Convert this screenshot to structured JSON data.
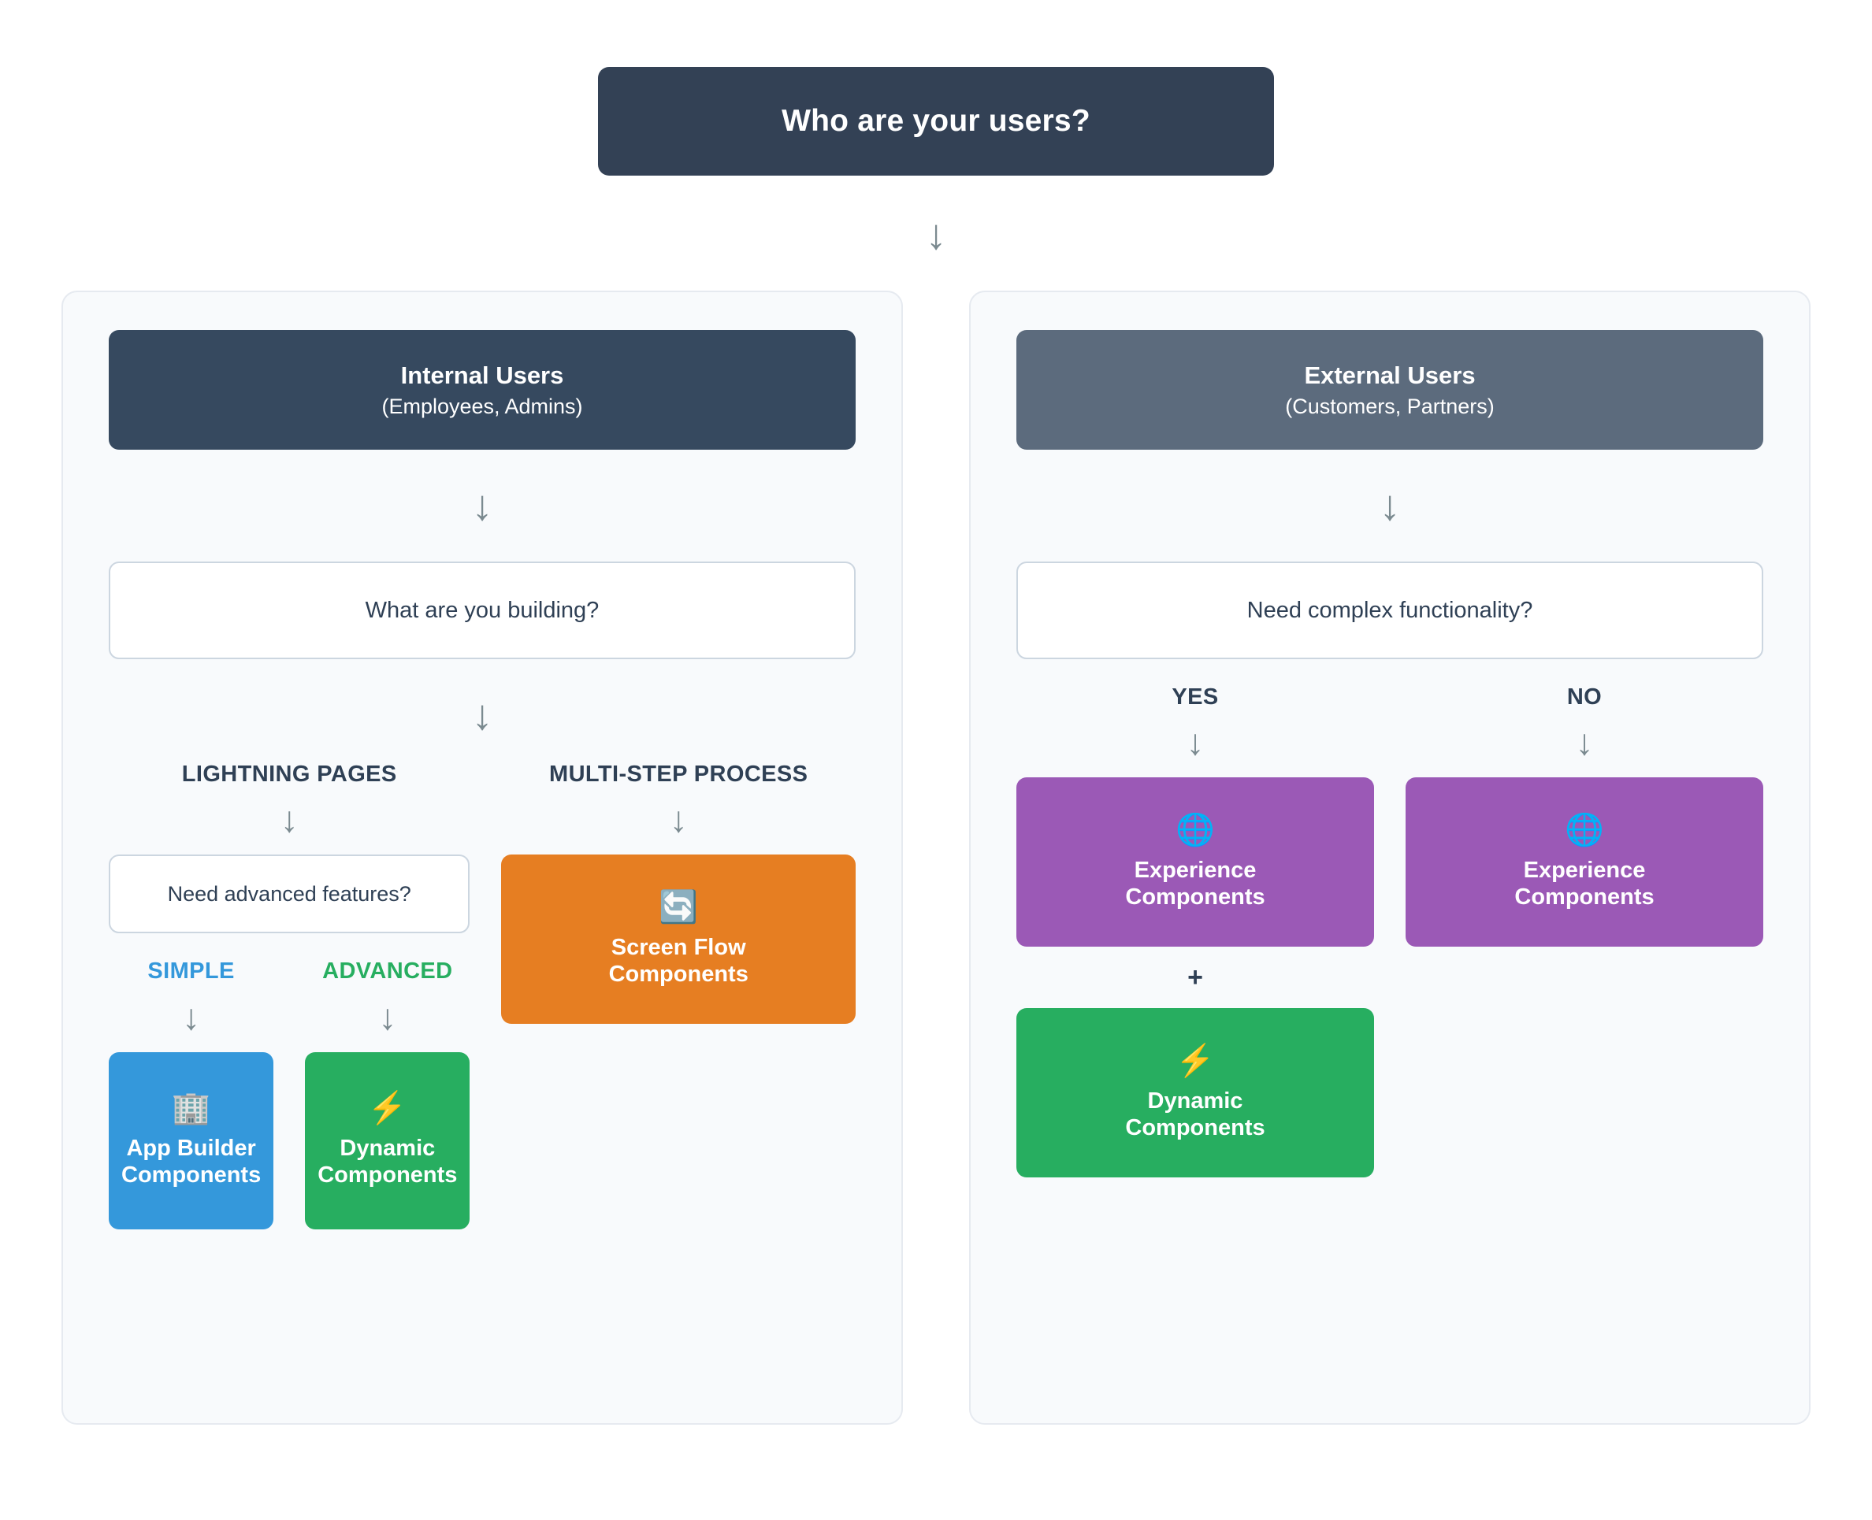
{
  "root": {
    "question": "Who are your users?",
    "arrow": "↓"
  },
  "icons": {
    "arrow_down": "↓",
    "plus": "+",
    "office_building": "🏢",
    "lightning_bolt": "⚡",
    "refresh": "🔄",
    "globe": "🌐"
  },
  "colors": {
    "root_bg": "#334155",
    "internal_bg": "#36495f",
    "external_bg": "#5c6b7d",
    "panel_bg": "#f8fafc",
    "panel_border": "#e6eaf0",
    "question_border": "#ccd6e0",
    "text_dark": "#2f4055",
    "arrow": "#7b8a90",
    "blue": "#3498db",
    "green": "#27ae60",
    "orange": "#e67e22",
    "purple": "#9b59b6"
  },
  "left_panel": {
    "header": {
      "title": "Internal Users",
      "subtitle": "(Employees, Admins)"
    },
    "question": "What are you building?",
    "branches": [
      {
        "label": "LIGHTNING PAGES",
        "sub_question": "Need advanced features?",
        "sub_branches": [
          {
            "label": "SIMPLE",
            "label_color": "blue",
            "card": {
              "icon": "office_building",
              "label": "App Builder\nComponents",
              "color": "blue"
            }
          },
          {
            "label": "ADVANCED",
            "label_color": "green",
            "card": {
              "icon": "lightning_bolt",
              "label": "Dynamic\nComponents",
              "color": "green"
            }
          }
        ]
      },
      {
        "label": "MULTI-STEP\nPROCESS",
        "card": {
          "icon": "refresh",
          "label": "Screen Flow\nComponents",
          "color": "orange"
        }
      }
    ]
  },
  "right_panel": {
    "header": {
      "title": "External Users",
      "subtitle": "(Customers, Partners)"
    },
    "question": "Need complex functionality?",
    "branches": [
      {
        "label": "YES",
        "card": {
          "icon": "globe",
          "label": "Experience\nComponents",
          "color": "purple"
        },
        "plus": "+",
        "extra_card": {
          "icon": "lightning_bolt",
          "label": "Dynamic\nComponents",
          "color": "green"
        }
      },
      {
        "label": "NO",
        "card": {
          "icon": "globe",
          "label": "Experience\nComponents",
          "color": "purple"
        }
      }
    ]
  }
}
